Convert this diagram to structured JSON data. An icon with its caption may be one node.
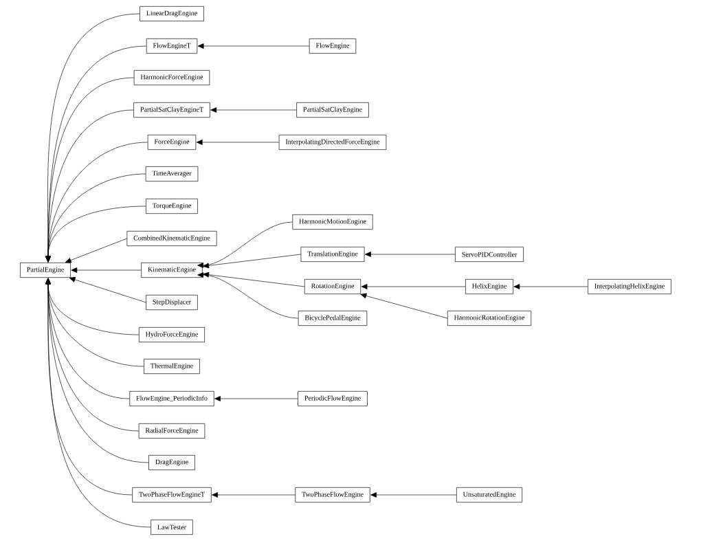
{
  "diagram": {
    "nodes": [
      {
        "text": [
          "PartialEngine"
        ]
      },
      {
        "text": [
          "LinearDragEngine"
        ]
      },
      {
        "text": [
          "FlowEngineT"
        ]
      },
      {
        "text": [
          "FlowEngine"
        ]
      },
      {
        "text": [
          "HarmonicForceEngine"
        ]
      },
      {
        "text": [
          "PartialSatClayEngineT"
        ]
      },
      {
        "text": [
          "PartialSatClayEngine"
        ]
      },
      {
        "text": [
          "ForceEngine"
        ]
      },
      {
        "text": [
          "InterpolatingDirectedForceEngine"
        ]
      },
      {
        "text": [
          "TimeAverager"
        ]
      },
      {
        "text": [
          "TorqueEngine"
        ]
      },
      {
        "text": [
          "HarmonicMotionEngine"
        ]
      },
      {
        "text": [
          "CombinedKinematicEngine"
        ]
      },
      {
        "text": [
          "KinematicEngine"
        ]
      },
      {
        "text": [
          "TranslationEngine"
        ]
      },
      {
        "text": [
          "ServoPIDController"
        ]
      },
      {
        "text": [
          "RotationEngine"
        ]
      },
      {
        "text": [
          "HelixEngine"
        ]
      },
      {
        "text": [
          "InterpolatingHelixEngine"
        ]
      },
      {
        "text": [
          "BicyclePedalEngine"
        ]
      },
      {
        "text": [
          "HarmonicRotationEngine"
        ]
      },
      {
        "text": [
          "StepDisplacer"
        ]
      },
      {
        "text": [
          "HydroForceEngine"
        ]
      },
      {
        "text": [
          "ThermalEngine"
        ]
      },
      {
        "text": [
          "FlowEngine_PeriodicInfo"
        ]
      },
      {
        "text": [
          "PeriodicFlowEngine"
        ]
      },
      {
        "text": [
          "RadialForceEngine"
        ]
      },
      {
        "text": [
          "DragEngine"
        ]
      },
      {
        "text": [
          "TwoPhaseFlowEngineT"
        ]
      },
      {
        "text": [
          "TwoPhaseFlowEngine"
        ]
      },
      {
        "text": [
          "UnsaturatedEngine"
        ]
      },
      {
        "text": [
          "LawTester"
        ]
      }
    ],
    "edges": [
      {
        "from": 1,
        "to": 0,
        "arrow": "to"
      },
      {
        "from": 2,
        "to": 0,
        "arrow": "to"
      },
      {
        "from": 3,
        "to": 2,
        "arrow": "to"
      },
      {
        "from": 4,
        "to": 0,
        "arrow": "to"
      },
      {
        "from": 5,
        "to": 0,
        "arrow": "to"
      },
      {
        "from": 6,
        "to": 5,
        "arrow": "to"
      },
      {
        "from": 7,
        "to": 0,
        "arrow": "to"
      },
      {
        "from": 8,
        "to": 7,
        "arrow": "to"
      },
      {
        "from": 9,
        "to": 0,
        "arrow": "to"
      },
      {
        "from": 10,
        "to": 0,
        "arrow": "to"
      },
      {
        "from": 12,
        "to": 0,
        "arrow": "to"
      },
      {
        "from": 13,
        "to": 0,
        "arrow": "to"
      },
      {
        "from": 11,
        "to": 13,
        "arrow": "to"
      },
      {
        "from": 14,
        "to": 13,
        "arrow": "to"
      },
      {
        "from": 15,
        "to": 14,
        "arrow": "to"
      },
      {
        "from": 16,
        "to": 13,
        "arrow": "to"
      },
      {
        "from": 17,
        "to": 16,
        "arrow": "to"
      },
      {
        "from": 18,
        "to": 17,
        "arrow": "to"
      },
      {
        "from": 20,
        "to": 16,
        "arrow": "to"
      },
      {
        "from": 19,
        "to": 13,
        "arrow": "to"
      },
      {
        "from": 21,
        "to": 0,
        "arrow": "to"
      },
      {
        "from": 22,
        "to": 0,
        "arrow": "to"
      },
      {
        "from": 23,
        "to": 0,
        "arrow": "to"
      },
      {
        "from": 24,
        "to": 0,
        "arrow": "to"
      },
      {
        "from": 25,
        "to": 24,
        "arrow": "to"
      },
      {
        "from": 26,
        "to": 0,
        "arrow": "to"
      },
      {
        "from": 27,
        "to": 0,
        "arrow": "to"
      },
      {
        "from": 28,
        "to": 0,
        "arrow": "to"
      },
      {
        "from": 29,
        "to": 28,
        "arrow": "to"
      },
      {
        "from": 30,
        "to": 29,
        "arrow": "to"
      },
      {
        "from": 31,
        "to": 0,
        "arrow": "to"
      }
    ]
  }
}
